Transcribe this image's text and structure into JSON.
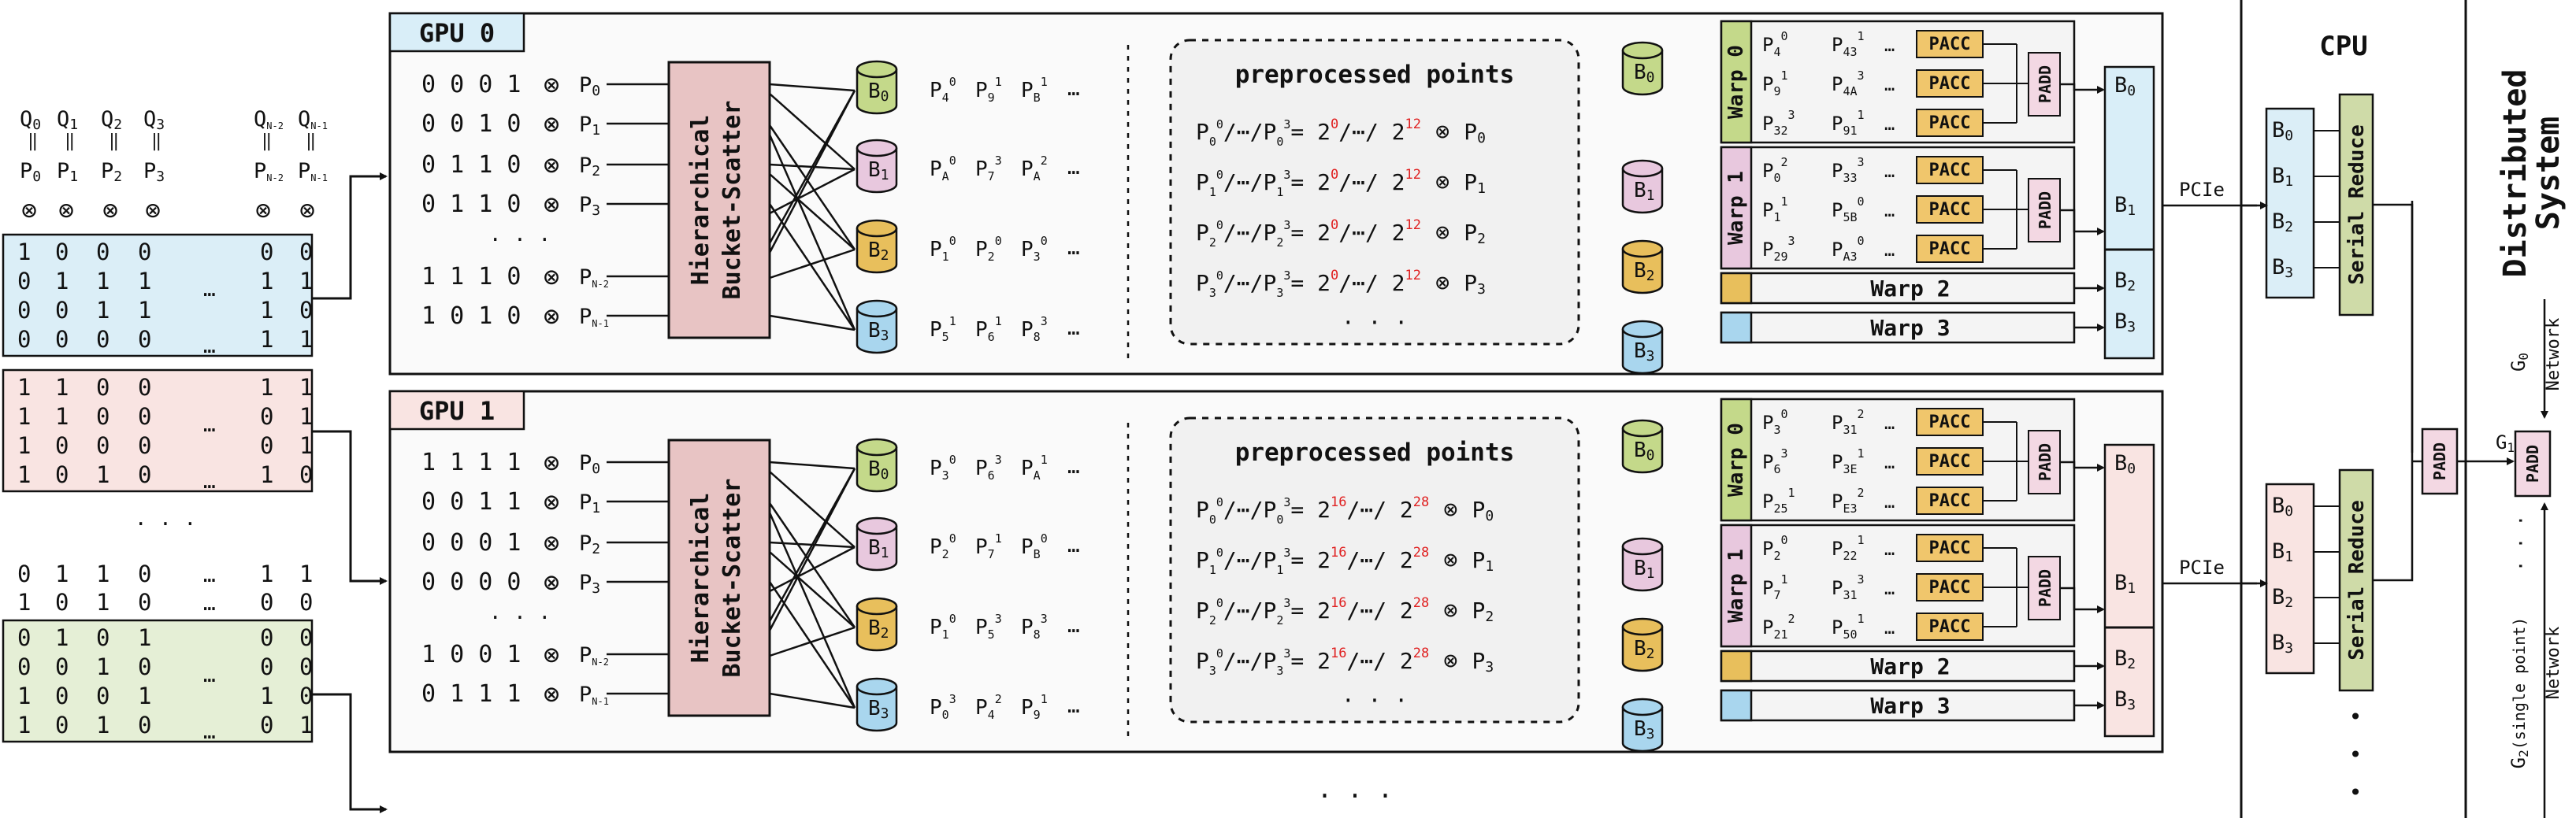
{
  "q_labels": [
    "Q",
    "Q",
    "Q",
    "Q",
    "Q",
    "Q"
  ],
  "q_subs": [
    "0",
    "1",
    "2",
    "3",
    "N-2",
    "N-1"
  ],
  "p_labels": [
    "P",
    "P",
    "P",
    "P",
    "P",
    "P"
  ],
  "p_subs": [
    "0",
    "1",
    "2",
    "3",
    "N-2",
    "N-1"
  ],
  "eq_symbol": "=",
  "otimes": "⊗",
  "dots": "· · ·",
  "ellipsis": "…",
  "matrix_groups": [
    {
      "color": "#dbeef7",
      "rows": [
        [
          "1",
          "0",
          "0",
          "0",
          "0",
          "0"
        ],
        [
          "0",
          "1",
          "1",
          "1",
          "1",
          "1"
        ],
        [
          "0",
          "0",
          "1",
          "1",
          "1",
          "0"
        ],
        [
          "0",
          "0",
          "0",
          "0",
          "1",
          "1"
        ]
      ]
    },
    {
      "color": "#f9e4e2",
      "rows": [
        [
          "1",
          "1",
          "0",
          "0",
          "1",
          "1"
        ],
        [
          "1",
          "1",
          "0",
          "0",
          "0",
          "1"
        ],
        [
          "1",
          "0",
          "0",
          "0",
          "0",
          "1"
        ],
        [
          "1",
          "0",
          "1",
          "0",
          "1",
          "0"
        ]
      ]
    },
    {
      "color": "#ffffff",
      "rows": [
        [
          "0",
          "1",
          "1",
          "0",
          "1",
          "1"
        ],
        [
          "1",
          "0",
          "1",
          "0",
          "0",
          "0"
        ]
      ]
    },
    {
      "color": "#e5efd6",
      "rows": [
        [
          "0",
          "1",
          "0",
          "1",
          "0",
          "0"
        ],
        [
          "0",
          "0",
          "1",
          "0",
          "0",
          "0"
        ],
        [
          "1",
          "0",
          "0",
          "1",
          "1",
          "0"
        ],
        [
          "1",
          "0",
          "1",
          "0",
          "0",
          "1"
        ]
      ]
    }
  ],
  "gpus": [
    {
      "title": "GPU 0",
      "title_color": "#d9eef8",
      "scalars": [
        "0 0 0 1",
        "0 0 1 0",
        "0 1 1 0",
        "0 1 1 0",
        "1 1 1 0",
        "1 0 1 0"
      ],
      "scatter_label_1": "Hierarchical",
      "scatter_label_2": "Bucket-Scatter",
      "buckets": [
        {
          "label": "B",
          "sub": "0",
          "points": [
            [
              "4",
              "0"
            ],
            [
              "9",
              "1"
            ],
            [
              "B",
              "1"
            ]
          ]
        },
        {
          "label": "B",
          "sub": "1",
          "points": [
            [
              "A",
              "0"
            ],
            [
              "7",
              "3"
            ],
            [
              "A",
              "2"
            ]
          ]
        },
        {
          "label": "B",
          "sub": "2",
          "points": [
            [
              "1",
              "0"
            ],
            [
              "2",
              "0"
            ],
            [
              "3",
              "0"
            ]
          ]
        },
        {
          "label": "B",
          "sub": "3",
          "points": [
            [
              "5",
              "1"
            ],
            [
              "6",
              "1"
            ],
            [
              "8",
              "3"
            ]
          ]
        }
      ],
      "pre_title": "preprocessed points",
      "pre_rows": [
        {
          "p": "P",
          "idx": "0",
          "lo": "0",
          "hi": "12",
          "sep1": "/⋯/",
          "eq": "= 2",
          "sep2": "/⋯/ 2",
          "q": "P",
          "qsub": "0"
        },
        {
          "p": "P",
          "idx": "1",
          "lo": "0",
          "hi": "12",
          "sep1": "/⋯/",
          "eq": "= 2",
          "sep2": "/⋯/ 2",
          "q": "P",
          "qsub": "1"
        },
        {
          "p": "P",
          "idx": "2",
          "lo": "0",
          "hi": "12",
          "sep1": "/⋯/",
          "eq": "= 2",
          "sep2": "/⋯/ 2",
          "q": "P",
          "qsub": "2"
        },
        {
          "p": "P",
          "idx": "3",
          "lo": "0",
          "hi": "12",
          "sep1": "/⋯/",
          "eq": "= 2",
          "sep2": "/⋯/ 2",
          "q": "P",
          "qsub": "3"
        }
      ],
      "warps": [
        {
          "label": "Warp 0",
          "rows": [
            [
              "4",
              "0",
              "43",
              "1"
            ],
            [
              "9",
              "1",
              "4A",
              "3"
            ],
            [
              "32",
              "3",
              "91",
              "1"
            ]
          ]
        },
        {
          "label": "Warp 1",
          "rows": [
            [
              "0",
              "2",
              "33",
              "3"
            ],
            [
              "1",
              "1",
              "5B",
              "0"
            ],
            [
              "29",
              "3",
              "A3",
              "0"
            ]
          ]
        }
      ],
      "warp2": "Warp 2",
      "warp3": "Warp 3",
      "out_buckets": [
        {
          "label": "B",
          "sub": "0"
        },
        {
          "label": "B",
          "sub": "1"
        },
        {
          "label": "B",
          "sub": "2"
        },
        {
          "label": "B",
          "sub": "3"
        }
      ],
      "pcie": "PCIe"
    },
    {
      "title": "GPU 1",
      "title_color": "#f9e4e2",
      "scalars": [
        "1 1 1 1",
        "0 0 1 1",
        "0 0 0 1",
        "0 0 0 0",
        "1 0 0 1",
        "0 1 1 1"
      ],
      "scatter_label_1": "Hierarchical",
      "scatter_label_2": "Bucket-Scatter",
      "buckets": [
        {
          "label": "B",
          "sub": "0",
          "points": [
            [
              "3",
              "0"
            ],
            [
              "6",
              "3"
            ],
            [
              "A",
              "1"
            ]
          ]
        },
        {
          "label": "B",
          "sub": "1",
          "points": [
            [
              "2",
              "0"
            ],
            [
              "7",
              "1"
            ],
            [
              "B",
              "0"
            ]
          ]
        },
        {
          "label": "B",
          "sub": "2",
          "points": [
            [
              "1",
              "0"
            ],
            [
              "5",
              "3"
            ],
            [
              "8",
              "3"
            ]
          ]
        },
        {
          "label": "B",
          "sub": "3",
          "points": [
            [
              "0",
              "3"
            ],
            [
              "4",
              "2"
            ],
            [
              "9",
              "1"
            ]
          ]
        }
      ],
      "pre_title": "preprocessed points",
      "pre_rows": [
        {
          "p": "P",
          "idx": "0",
          "lo": "16",
          "hi": "28",
          "sep1": "/⋯/",
          "eq": "= 2",
          "sep2": "/⋯/ 2",
          "q": "P",
          "qsub": "0"
        },
        {
          "p": "P",
          "idx": "1",
          "lo": "16",
          "hi": "28",
          "sep1": "/⋯/",
          "eq": "= 2",
          "sep2": "/⋯/ 2",
          "q": "P",
          "qsub": "1"
        },
        {
          "p": "P",
          "idx": "2",
          "lo": "16",
          "hi": "28",
          "sep1": "/⋯/",
          "eq": "= 2",
          "sep2": "/⋯/ 2",
          "q": "P",
          "qsub": "2"
        },
        {
          "p": "P",
          "idx": "3",
          "lo": "16",
          "hi": "28",
          "sep1": "/⋯/",
          "eq": "= 2",
          "sep2": "/⋯/ 2",
          "q": "P",
          "qsub": "3"
        }
      ],
      "warps": [
        {
          "label": "Warp 0",
          "rows": [
            [
              "3",
              "0",
              "31",
              "2"
            ],
            [
              "6",
              "3",
              "3E",
              "1"
            ],
            [
              "25",
              "1",
              "E3",
              "2"
            ]
          ]
        },
        {
          "label": "Warp 1",
          "rows": [
            [
              "2",
              "0",
              "22",
              "1"
            ],
            [
              "7",
              "1",
              "31",
              "3"
            ],
            [
              "21",
              "2",
              "50",
              "1"
            ]
          ]
        }
      ],
      "warp2": "Warp 2",
      "warp3": "Warp 3",
      "out_buckets": [
        {
          "label": "B",
          "sub": "0"
        },
        {
          "label": "B",
          "sub": "1"
        },
        {
          "label": "B",
          "sub": "2"
        },
        {
          "label": "B",
          "sub": "3"
        }
      ],
      "pcie": "PCIe"
    }
  ],
  "pacc": "PACC",
  "padd": "PADD",
  "cpu": {
    "title": "CPU",
    "serial_reduce": "Serial Reduce",
    "buckets": [
      {
        "label": "B",
        "sub": "0"
      },
      {
        "label": "B",
        "sub": "1"
      },
      {
        "label": "B",
        "sub": "2"
      },
      {
        "label": "B",
        "sub": "3"
      }
    ]
  },
  "distributed": {
    "title_1": "Distributed",
    "title_2": "System",
    "g0": "G",
    "g0_sub": "0",
    "g1": "G",
    "g1_sub": "1",
    "g2": "G",
    "g2_sub": "2",
    "g2_note": "(single point)",
    "network": "Network"
  },
  "colors": {
    "green": "#c4d98a",
    "pink": "#e8c8de",
    "orange": "#e8bf5c",
    "blue": "#a9d6ee",
    "scatter": "#e8c4c4",
    "pre_bg": "#f1f1f1",
    "pacc": "#f0c66c",
    "padd": "#f3d8e3",
    "warp_green": "#c4d98a",
    "warp_pink": "#e8c8de",
    "serial": "#cfdba8",
    "cpu_blue": "#dbeef7",
    "cpu_pink": "#f9e4e2",
    "red": "#e02020"
  }
}
